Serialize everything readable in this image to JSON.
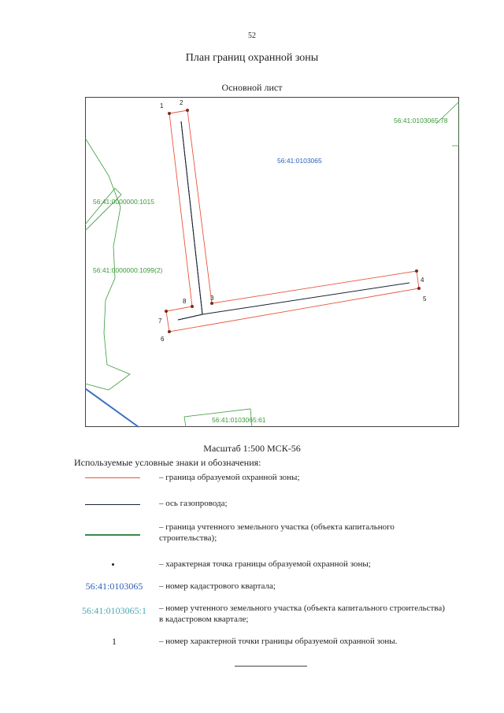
{
  "page_number": "52",
  "title": "План границ охранной зоны",
  "sheet_title": "Основной лист",
  "map": {
    "quarter_label": "56:41:0103065",
    "parcel_labels": {
      "top_right": "56:41:0103065:78",
      "left_upper": "56:41:0000000:1015",
      "left_lower": "56:41:0000000:1099(2)",
      "bottom": "56:41:0103065:61"
    },
    "points": [
      "1",
      "2",
      "3",
      "4",
      "5",
      "6",
      "7",
      "8"
    ]
  },
  "scale_text": "Масштаб 1:500  МСК-56",
  "legend": {
    "title": "Используемые условные знаки и обозначения:",
    "items": [
      {
        "symbol_text": "",
        "description": "– граница образуемой охранной зоны;"
      },
      {
        "symbol_text": "",
        "description": "– ось газопровода;"
      },
      {
        "symbol_text": "",
        "description": "– граница учтенного земельного участка (объекта капитального строительства);"
      },
      {
        "symbol_text": "",
        "description": "– характерная точка границы образуемой охранной зоны;"
      },
      {
        "symbol_text": "56:41:0103065",
        "description": "– номер кадастрового квартала;"
      },
      {
        "symbol_text": "56:41:0103065:1",
        "description": "– номер учтенного земельного участка (объекта капитального строительства) в кадастровом квартале;"
      },
      {
        "symbol_text": "1",
        "description": "– номер характерной точки границы образуемой охранной зоны."
      }
    ]
  },
  "colors": {
    "zone_border": "#e8553a",
    "pipe_axis": "#1a2433",
    "parcel_border": "#3a9a3a",
    "quarter_text": "#2f5fb8",
    "parcel_text": "#3a9a3a",
    "legend_parcel_text": "#4aa8b0",
    "blue_line": "#3a6fc4"
  }
}
